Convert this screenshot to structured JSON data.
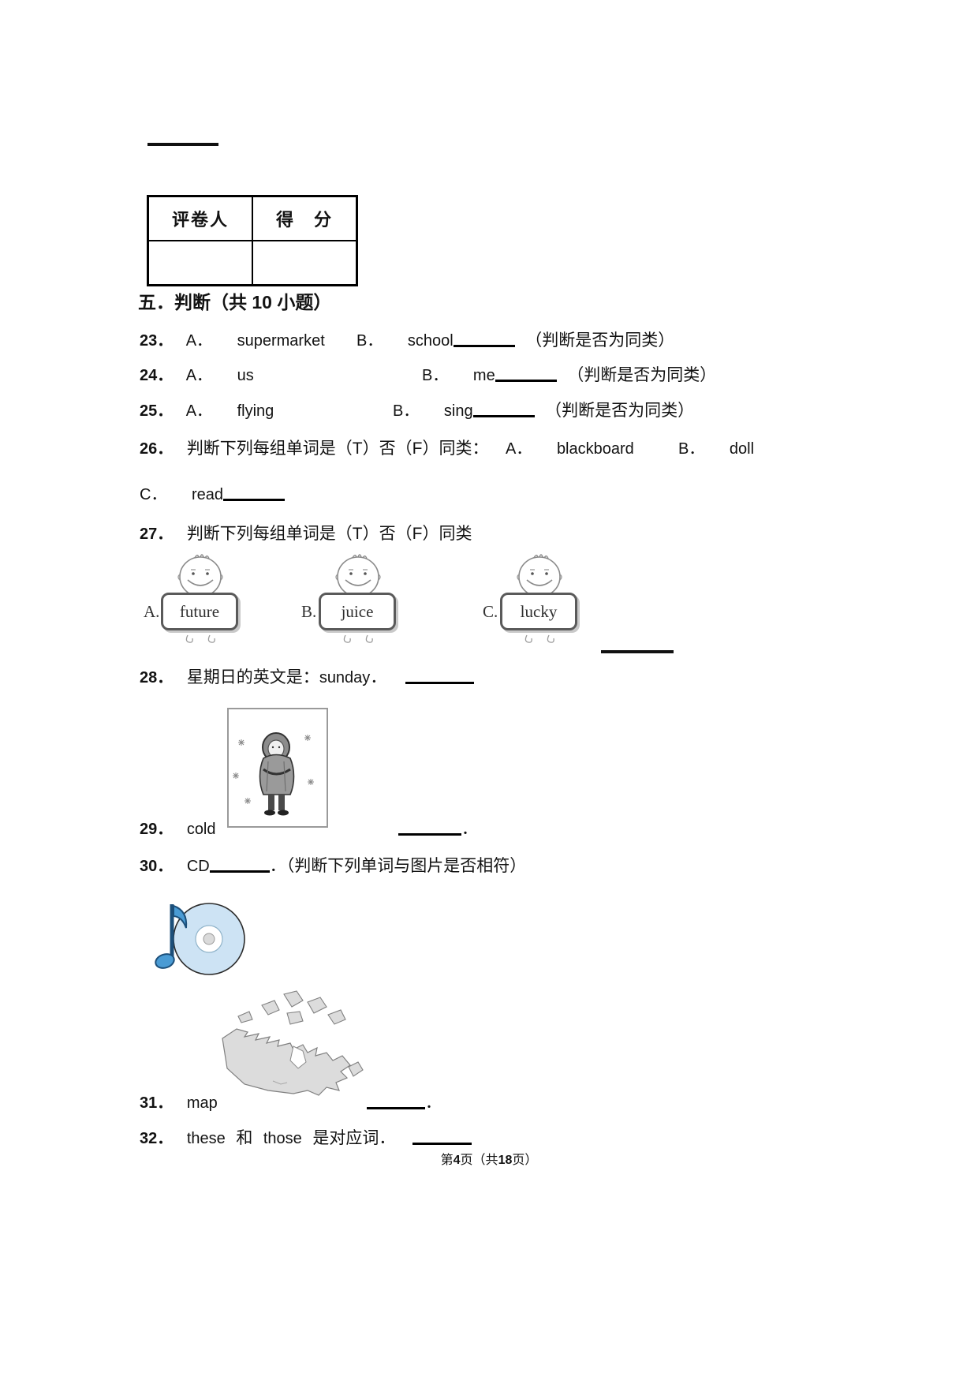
{
  "grader_table": {
    "col1": "评卷人",
    "col2": "得　分"
  },
  "section_title": "五．判断（共 10 小题）",
  "questions": {
    "q23": {
      "num": "23．",
      "a_label": "A．",
      "a_word": "supermarket",
      "b_label": "B．",
      "b_word": "school",
      "tail": "（判断是否为同类）"
    },
    "q24": {
      "num": "24．",
      "a_label": "A．",
      "a_word": "us",
      "b_label": "B．",
      "b_word": "me",
      "tail": "（判断是否为同类）"
    },
    "q25": {
      "num": "25．",
      "a_label": "A．",
      "a_word": "flying",
      "b_label": "B．",
      "b_word": "sing",
      "tail": "（判断是否为同类）"
    },
    "q26": {
      "num": "26．",
      "stem": "判断下列每组单词是（T）否（F）同类：",
      "a_label": "A．",
      "a_word": "blackboard",
      "b_label": "B．",
      "b_word": "doll",
      "c_label": "C．",
      "c_word": "read"
    },
    "q27": {
      "num": "27．",
      "stem": "判断下列每组单词是（T）否（F）同类",
      "kids": [
        {
          "label": "A.",
          "word": "future"
        },
        {
          "label": "B.",
          "word": "juice"
        },
        {
          "label": "C.",
          "word": "lucky"
        }
      ]
    },
    "q28": {
      "num": "28．",
      "stem": "星期日的英文是：",
      "word": "sunday",
      "period": "．"
    },
    "q29": {
      "num": "29．",
      "word": "cold",
      "period": "．"
    },
    "q30": {
      "num": "30．",
      "word": "CD",
      "tail": "．（判断下列单词与图片是否相符）"
    },
    "q31": {
      "num": "31．",
      "word": "map",
      "period": "．"
    },
    "q32": {
      "num": "32．",
      "word1": "these",
      "conj": "和",
      "word2": "those",
      "tail": "是对应词．"
    }
  },
  "illustrations": {
    "q27": "kid-holding-word-sign",
    "q29": "shivering-cold-person",
    "q30": "cd-with-music-note",
    "q31": "map-of-canada"
  },
  "footer": {
    "part1": "第",
    "page_num": "4",
    "part2": "页（共",
    "total_pages": "18",
    "part3": "页）"
  }
}
